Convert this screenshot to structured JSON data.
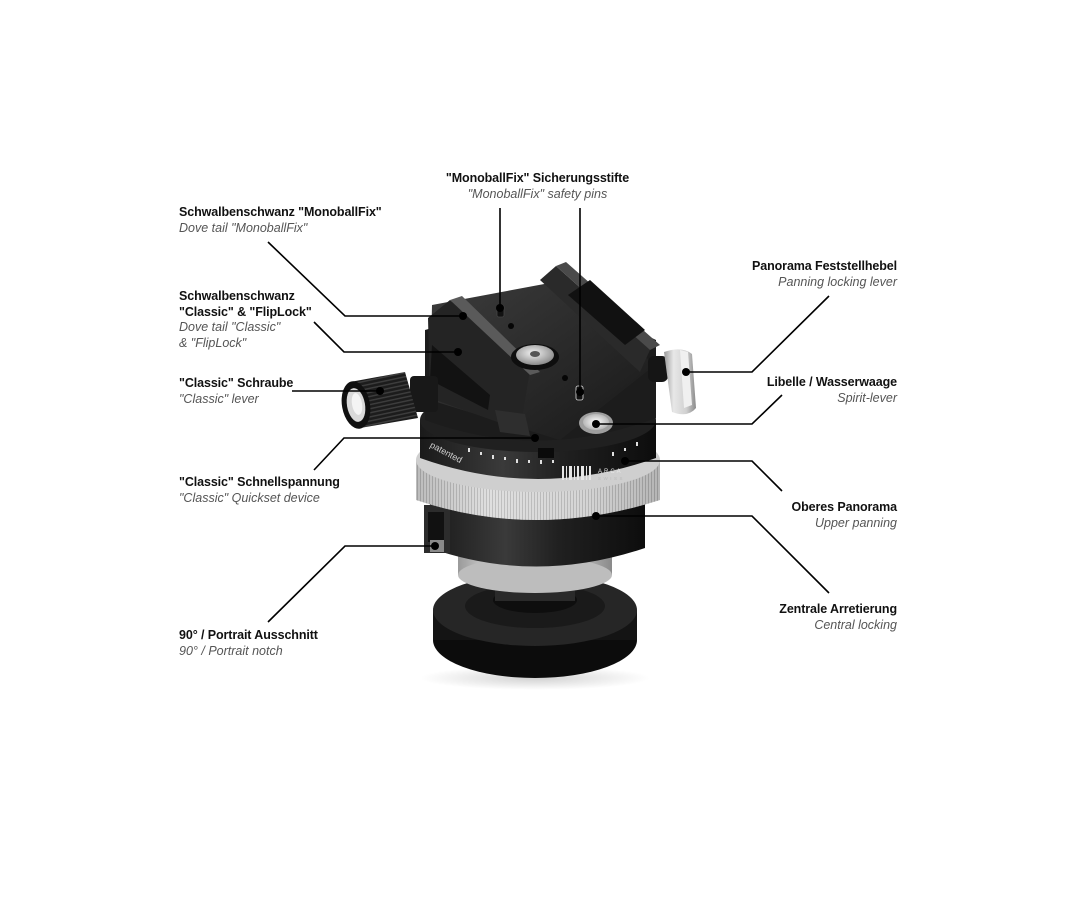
{
  "diagram": {
    "subject": "Panorama ball head with MonoballFix / Classic / FlipLock quick release clamp",
    "brand_marks": {
      "ring_text": "patented",
      "logo_text": "ARCA SWISS"
    },
    "colors": {
      "text_primary": "#111111",
      "text_secondary": "#555555",
      "leader_line": "#000000",
      "background": "#ffffff"
    },
    "callouts": [
      {
        "id": "monoballfix-pins",
        "de": "\"MonoballFix\" Sicherungsstifte",
        "en": "\"MonoballFix\" safety pins",
        "align": "center"
      },
      {
        "id": "dovetail-monoballfix",
        "de": "Schwalbenschwanz \"MonoballFix\"",
        "en": "Dove tail \"MonoballFix\"",
        "align": "left"
      },
      {
        "id": "dovetail-classic-fliplock",
        "de_line1": "Schwalbenschwanz",
        "de_line2": "\"Classic\" & \"FlipLock\"",
        "en_line1": "Dove tail \"Classic\"",
        "en_line2": "& \"FlipLock\"",
        "align": "left"
      },
      {
        "id": "classic-screw",
        "de": "\"Classic\" Schraube",
        "en": "\"Classic\" lever",
        "align": "left"
      },
      {
        "id": "classic-quickset",
        "de": "\"Classic\" Schnellspannung",
        "en": "\"Classic\" Quickset device",
        "align": "left"
      },
      {
        "id": "portrait-notch",
        "de": "90° / Portrait Ausschnitt",
        "en": "90° / Portrait notch",
        "align": "left"
      },
      {
        "id": "panning-lever",
        "de": "Panorama Feststellhebel",
        "en": "Panning locking lever",
        "align": "right"
      },
      {
        "id": "spirit-level",
        "de": "Libelle / Wasserwaage",
        "en": "Spirit-lever",
        "align": "right"
      },
      {
        "id": "upper-panning",
        "de": "Oberes Panorama",
        "en": "Upper panning",
        "align": "right"
      },
      {
        "id": "central-locking",
        "de": "Zentrale Arretierung",
        "en": "Central locking",
        "align": "right"
      }
    ]
  }
}
